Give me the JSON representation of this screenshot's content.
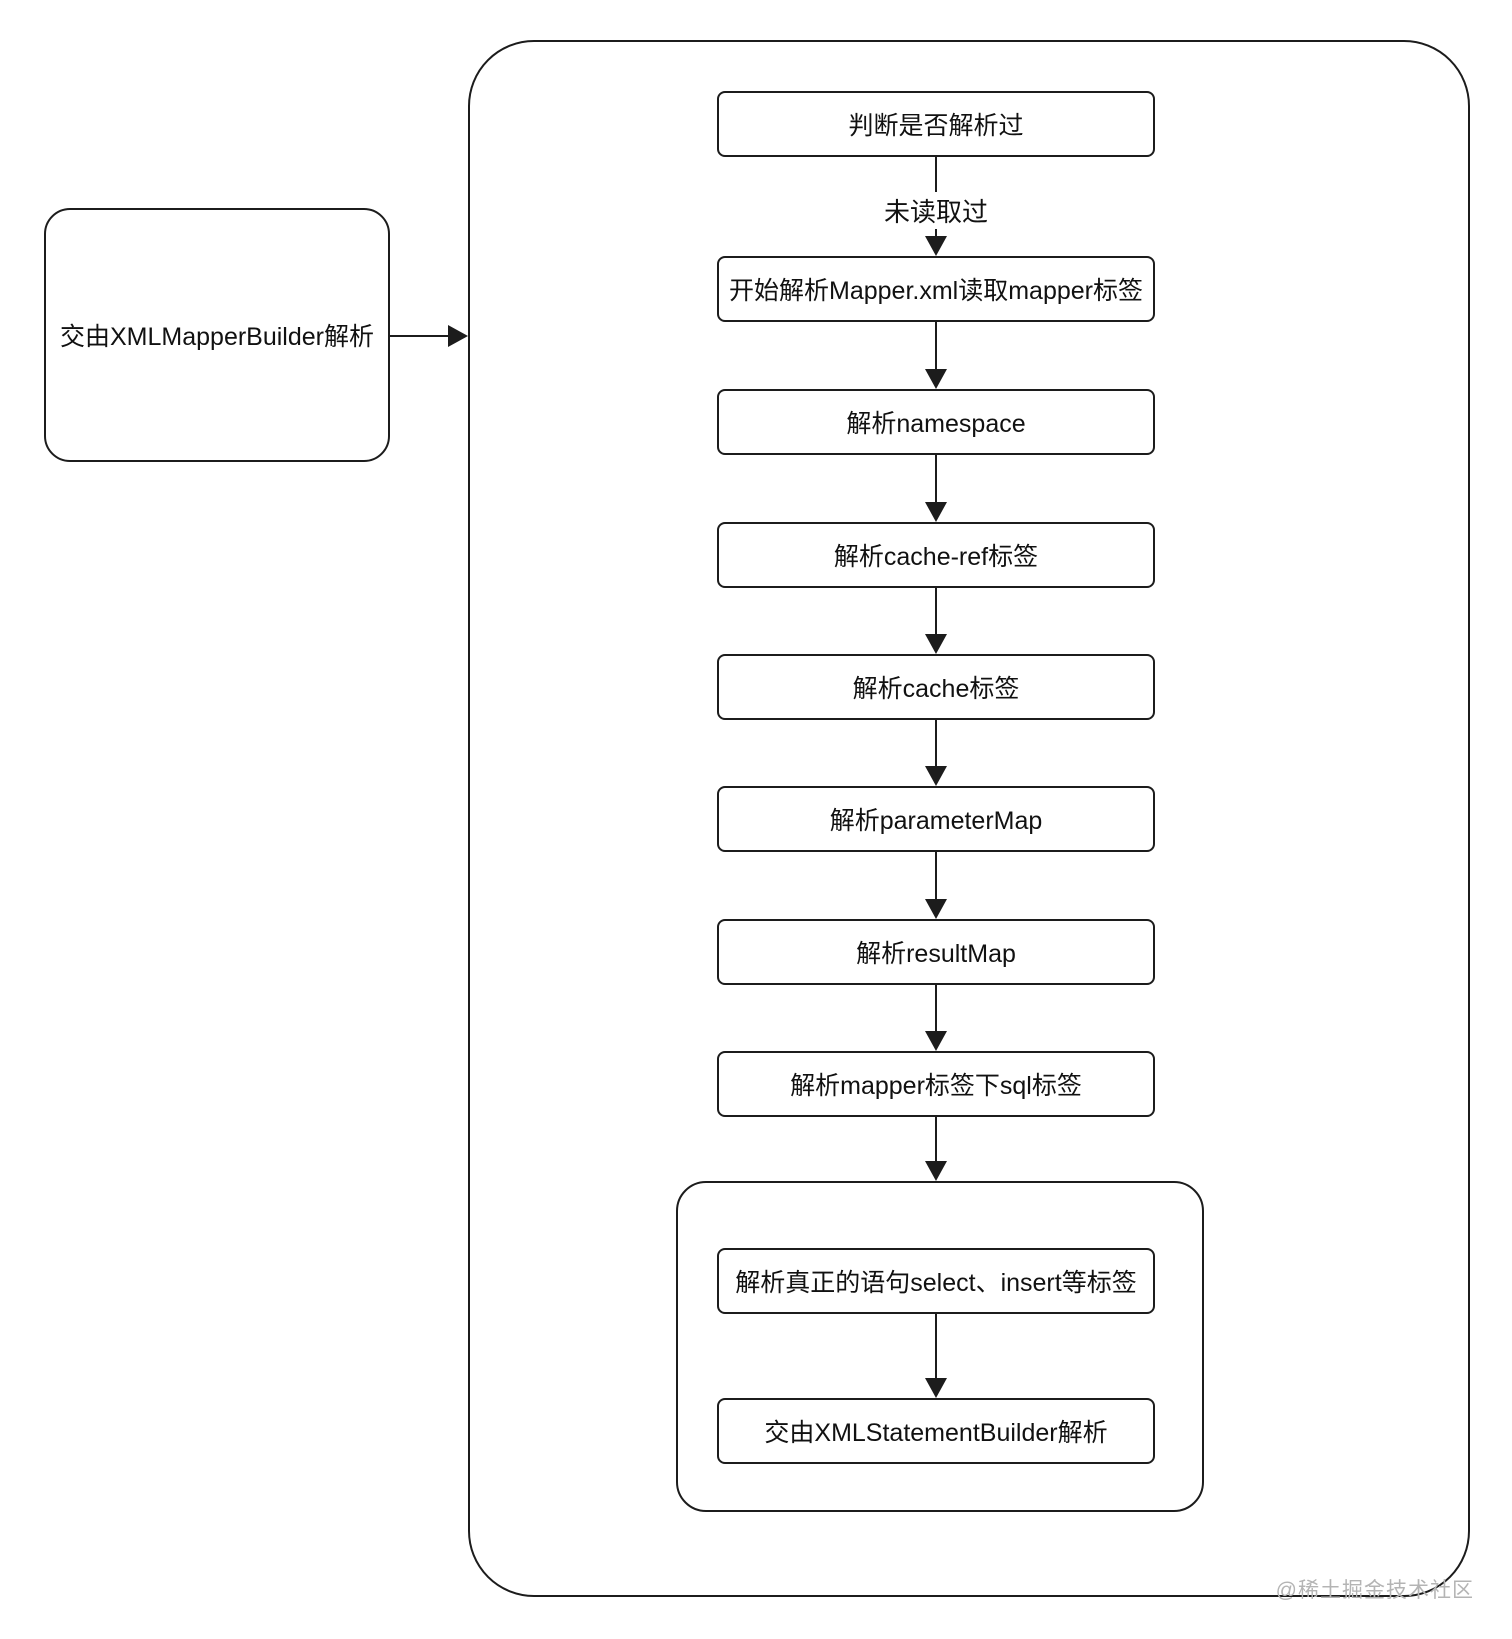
{
  "diagram": {
    "left_node": {
      "label": "交由XMLMapperBuilder解析"
    },
    "flow": {
      "edge_label": "未读取过",
      "steps": [
        {
          "label": "判断是否解析过"
        },
        {
          "label": "开始解析Mapper.xml读取mapper标签"
        },
        {
          "label": "解析namespace"
        },
        {
          "label": "解析cache-ref标签"
        },
        {
          "label": "解析cache标签"
        },
        {
          "label": "解析parameterMap"
        },
        {
          "label": "解析resultMap"
        },
        {
          "label": "解析mapper标签下sql标签"
        }
      ],
      "statement_group": {
        "steps": [
          {
            "label": "解析真正的语句select、insert等标签"
          },
          {
            "label": "交由XMLStatementBuilder解析"
          }
        ]
      }
    },
    "watermark": "@稀土掘金技术社区",
    "colors": {
      "stroke": "#1c1c1c",
      "background": "#ffffff",
      "watermark_gray": "#b4b4b4"
    }
  }
}
